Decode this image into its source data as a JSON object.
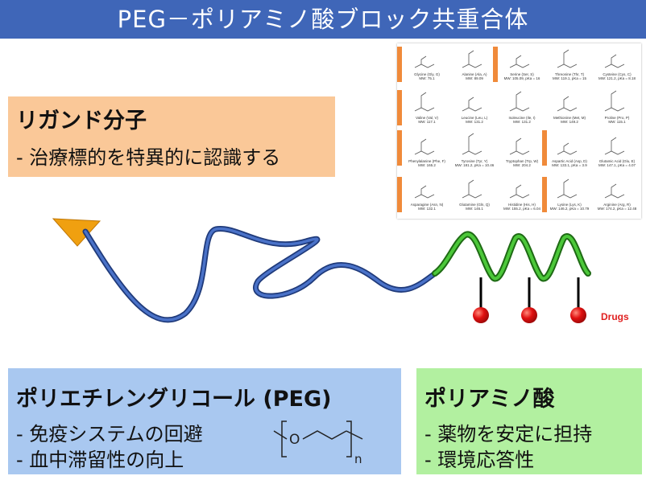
{
  "title": "PEG－ポリアミノ酸ブロック共重合体",
  "ligand": {
    "title": "リガンド分子",
    "line1": "- 治療標的を特異的に認識する"
  },
  "peg": {
    "title": "ポリエチレングリコール (PEG)",
    "line1": "- 免疫システムの回避",
    "line2": "- 血中滞留性の向上",
    "formula_o": "O",
    "formula_n": "n"
  },
  "polyamino": {
    "title": "ポリアミノ酸",
    "line1": "- 薬物を安定に担持",
    "line2": "- 環境応答性"
  },
  "drugs_label": "Drugs",
  "amino_acids": [
    {
      "name": "Glycine (Gly, G)",
      "mw": "MW: 75.1"
    },
    {
      "name": "Alanine (Ala, A)",
      "mw": "MW: 89.09"
    },
    {
      "name": "Serine (Ser, S)",
      "mw": "MW: 105.09, pKa = 16"
    },
    {
      "name": "Threonine (Thr, T)",
      "mw": "MW: 119.1, pKa = 15"
    },
    {
      "name": "Cysteine (Cys, C)",
      "mw": "MW: 121.2, pKa = 8.18"
    },
    {
      "name": "Valine (Val, V)",
      "mw": "MW: 117.1"
    },
    {
      "name": "Leucine (Leu, L)",
      "mw": "MW: 131.2"
    },
    {
      "name": "Isoleucine (Ile, I)",
      "mw": "MW: 131.2"
    },
    {
      "name": "Methionine (Met, M)",
      "mw": "MW: 149.2"
    },
    {
      "name": "Proline (Pro, P)",
      "mw": "MW: 115.1"
    },
    {
      "name": "Phenylalanine (Phe, F)",
      "mw": "MW: 165.2"
    },
    {
      "name": "Tyrosine (Tyr, Y)",
      "mw": "MW: 181.2, pKa = 10.46"
    },
    {
      "name": "Tryptophan (Trp, W)",
      "mw": "MW: 204.2"
    },
    {
      "name": "Aspartic Acid (Asp, D)",
      "mw": "MW: 133.1, pKa = 3.9"
    },
    {
      "name": "Glutamic Acid (Glu, E)",
      "mw": "MW: 147.1, pKa = 4.07"
    },
    {
      "name": "Asparagine (Asn, N)",
      "mw": "MW: 132.1"
    },
    {
      "name": "Glutamine (Gln, Q)",
      "mw": "MW: 146.1"
    },
    {
      "name": "Histidine (His, H)",
      "mw": "MW: 155.2, pKa = 6.04"
    },
    {
      "name": "Lysine (Lys, K)",
      "mw": "MW: 146.2, pKa = 10.79"
    },
    {
      "name": "Arginine (Arg, R)",
      "mw": "MW: 174.2, pKa = 12.48"
    }
  ],
  "colors": {
    "title_bar": "#3f66b8",
    "ligand_box": "#fac898",
    "peg_box": "#a9c8f0",
    "polyamino_box": "#b2f0a0",
    "peg_chain": "#3a5cab",
    "polyamino_helix": "#35b02a",
    "drug": "#e01010",
    "ligand_triangle": "#f0a010"
  }
}
